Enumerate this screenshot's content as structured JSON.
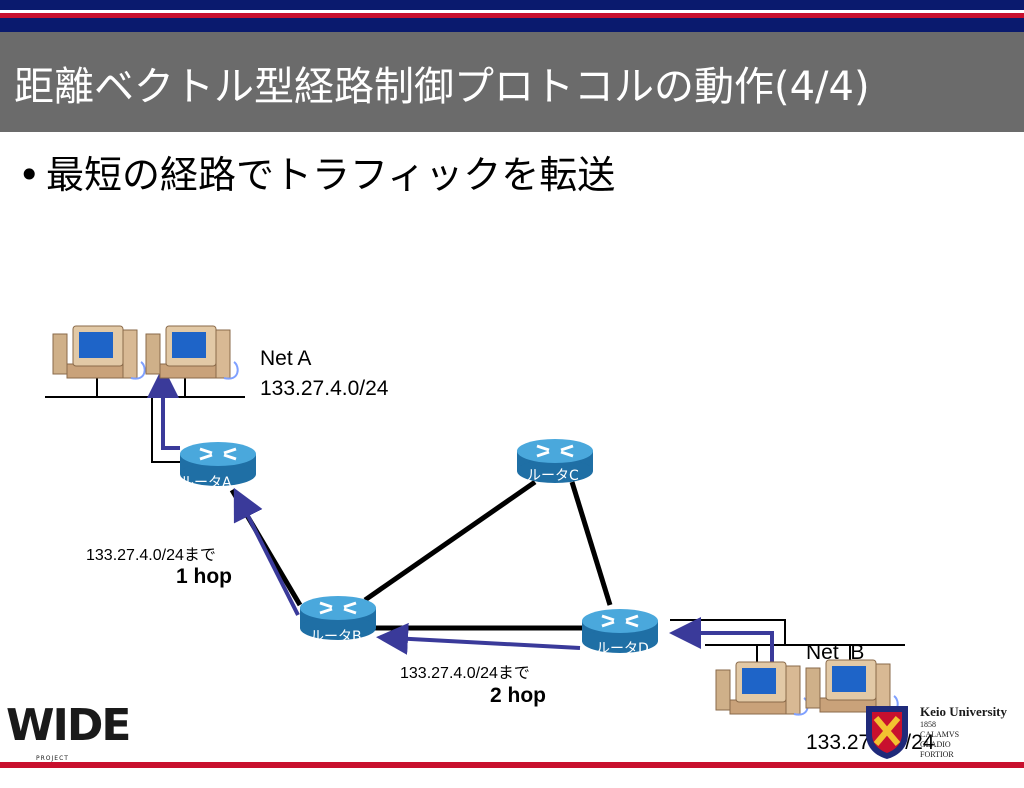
{
  "slide": {
    "title": "距離ベクトル型経路制御プロトコルの動作(4/4)",
    "bullet": "最短の経路でトラフィックを転送"
  },
  "network": {
    "net_a": {
      "name": "Net A",
      "prefix": "133.27.4.0/24"
    },
    "net_b": {
      "name": "Net  B",
      "prefix": "133.27.5.0/24"
    },
    "routers": {
      "a": "ルータA",
      "b": "ルータB",
      "c": "ルータC",
      "d": "ルータD"
    },
    "hop1": {
      "dest": "133.27.4.0/24まで",
      "hops": "1 hop"
    },
    "hop2": {
      "dest": "133.27.4.0/24まで",
      "hops": "2 hop"
    }
  },
  "logos": {
    "wide": "WIDE",
    "wide_sub": "PROJECT",
    "keio_name": "Keio University",
    "keio_year": "1858",
    "keio_motto": [
      "CALAMVS",
      "GLADIO",
      "FORTIOR"
    ]
  },
  "colors": {
    "title_bg": "#6b6b6b",
    "stripe_navy": "#0a1a6e",
    "stripe_red": "#c8102e",
    "arrow": "#3a3a9a",
    "router": "#2b8fc7"
  }
}
